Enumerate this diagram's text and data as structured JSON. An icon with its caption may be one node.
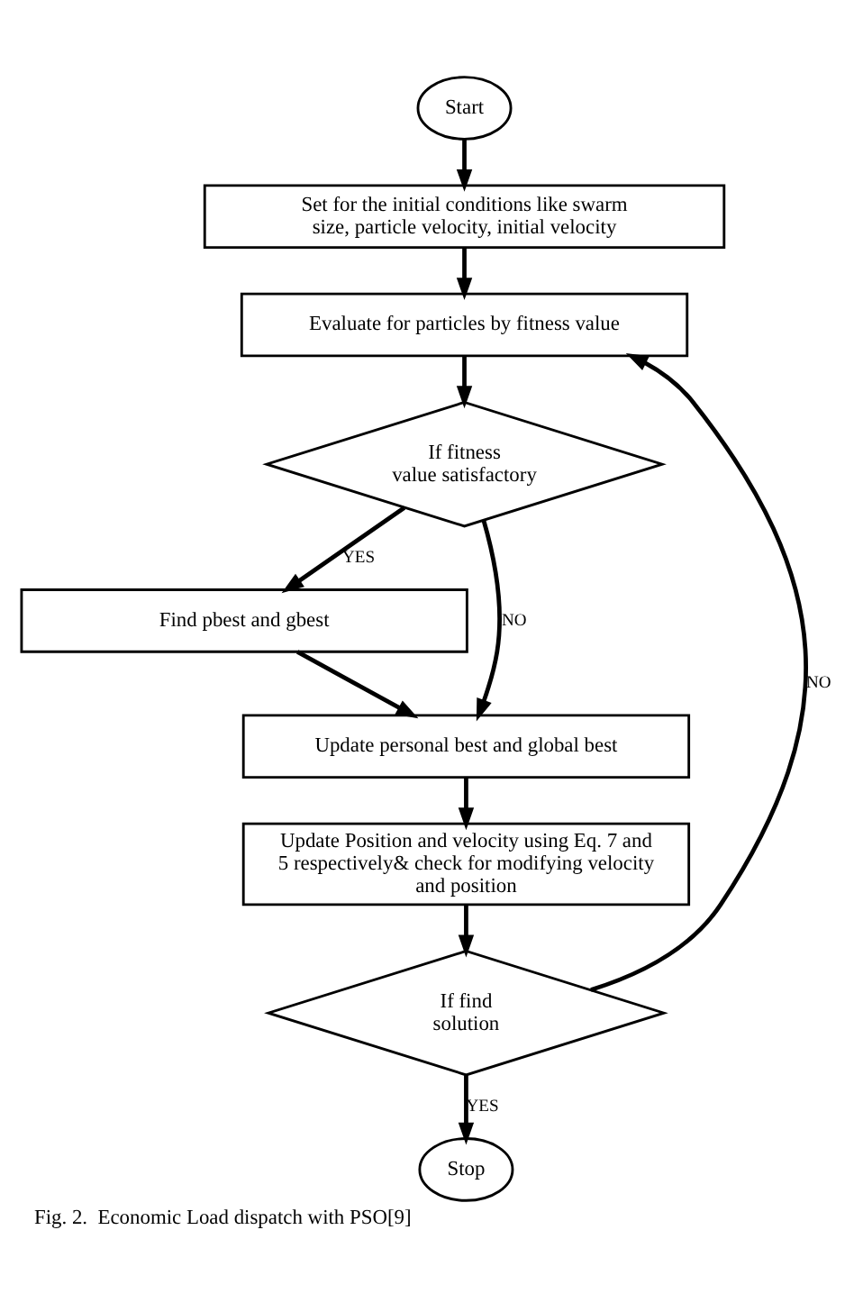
{
  "diagram": {
    "caption": "Fig. 2.  Economic Load dispatch with PSO[9]",
    "nodes": [
      {
        "text": [
          "Start"
        ]
      },
      {
        "text": [
          "Set for the initial conditions like swarm size, particle velocity, initial velocity"
        ]
      },
      {
        "text": [
          "Evaluate for particles by fitness value"
        ]
      },
      {
        "text": [
          "If fitness value satisfactory"
        ]
      },
      {
        "text": [
          "Find pbest and gbest"
        ]
      },
      {
        "text": [
          "Update personal best and global best"
        ]
      },
      {
        "text": [
          "Update Position and velocity using Eq. 7 and 5 respectively& check for modifying velocity and position"
        ]
      },
      {
        "text": [
          "If find solution"
        ]
      },
      {
        "text": [
          "Stop"
        ]
      }
    ],
    "edges": [
      {
        "from": 0,
        "to": 1,
        "arrow": "to"
      },
      {
        "from": 1,
        "to": 2,
        "arrow": "to"
      },
      {
        "from": 2,
        "to": 3,
        "arrow": "to"
      },
      {
        "from": 3,
        "to": 4,
        "arrow": "to",
        "label": "YES"
      },
      {
        "from": 3,
        "to": 5,
        "arrow": "to",
        "label": "NO"
      },
      {
        "from": 4,
        "to": 5,
        "arrow": "to"
      },
      {
        "from": 5,
        "to": 6,
        "arrow": "to"
      },
      {
        "from": 6,
        "to": 7,
        "arrow": "to"
      },
      {
        "from": 7,
        "to": 8,
        "arrow": "to",
        "label": "YES"
      },
      {
        "from": 7,
        "to": 2,
        "arrow": "to",
        "label": "NO"
      }
    ]
  }
}
